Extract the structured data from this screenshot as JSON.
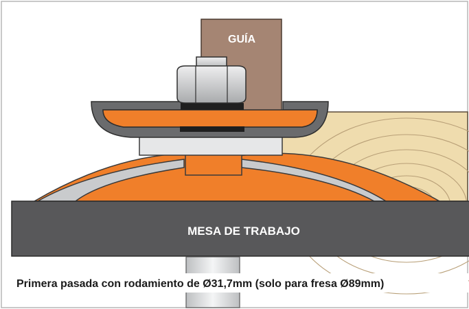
{
  "labels": {
    "guide": "GUÍA",
    "table": "MESA DE TRABAJO",
    "caption": "Primera pasada con rodamiento de Ø31,7mm (solo para fresa Ø89mm)"
  },
  "colors": {
    "guide": "#a58573",
    "cutter": "#f07f2a",
    "table": "#58585a",
    "steel": "#c9cbcd",
    "rim": "#6a6b6d",
    "wood": "#efdcae",
    "frame": "#b5b5b5"
  }
}
